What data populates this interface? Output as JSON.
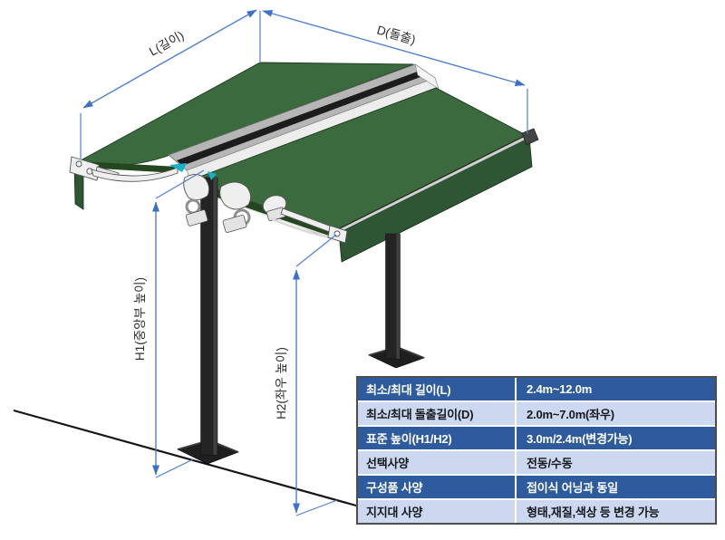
{
  "diagram": {
    "title_hint": "free-standing double-sided awning dimension diagram",
    "dimension_labels": {
      "length": "L(길이)",
      "projection": "D(돌출)",
      "height_center": "H1(중앙부 높이)",
      "height_side": "H2(좌우 높이)"
    }
  },
  "spec_table": {
    "rows": [
      {
        "label": "최소/최대 길이(L)",
        "value": "2.4m~12.0m"
      },
      {
        "label": "최소/최대 돌출길이(D)",
        "value": "2.0m~7.0m(좌우)"
      },
      {
        "label": "표준 높이(H1/H2)",
        "value": "3.0m/2.4m(변경가능)"
      },
      {
        "label": "선택사양",
        "value": "전동/수동"
      },
      {
        "label": "구성품 사양",
        "value": "접이식 어닝과 동일"
      },
      {
        "label": "지지대 사양",
        "value": "형태,재질,색상 등 변경 가능"
      }
    ]
  },
  "colors": {
    "dimension_blue": "#4f81d0",
    "dimension_arrow": "#3e70c8",
    "fabric_green": "#3c6a3f",
    "fabric_dark": "#2f5634",
    "beam_gray": "#b6b6b6",
    "stripe_black": "#1c1c1c",
    "post_dark": "#242424",
    "accent_teal": "#18b0c8",
    "table_row_dark": "#2e5b9e",
    "table_row_light": "#ccd8ef",
    "table_border": "#4e4e4e",
    "ground": "#151515"
  }
}
